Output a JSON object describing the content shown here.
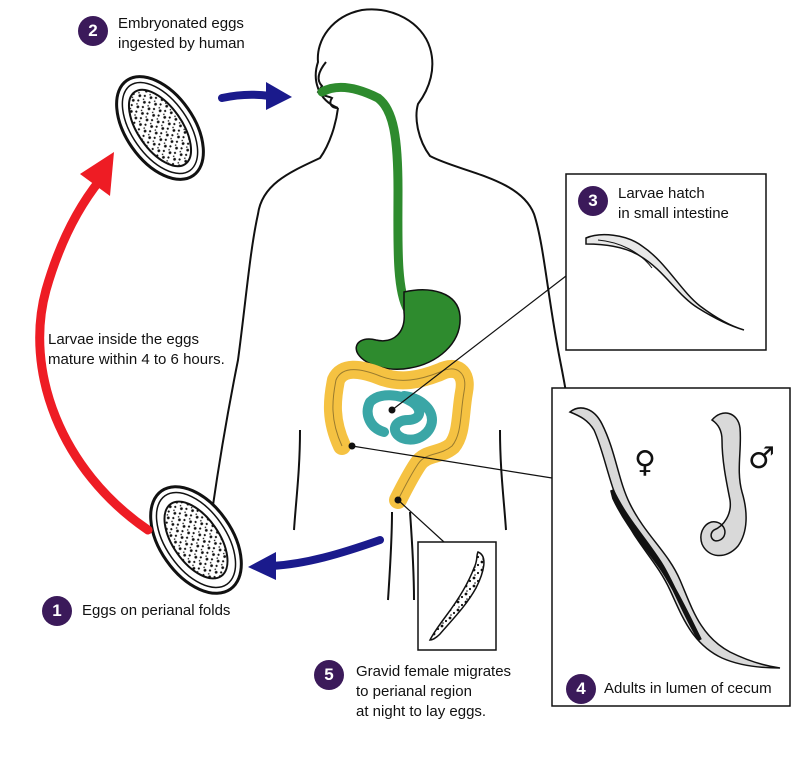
{
  "steps": [
    {
      "number": "1",
      "line1": "Eggs on perianal folds"
    },
    {
      "number": "2",
      "line1": "Embryonated eggs",
      "line2": "ingested by human"
    },
    {
      "number": "3",
      "line1": "Larvae hatch",
      "line2": "in small intestine"
    },
    {
      "number": "4",
      "line1": "Adults in lumen of cecum"
    },
    {
      "number": "5",
      "line1": "Gravid female migrates",
      "line2": "to perianal region",
      "line3": "at night to lay eggs."
    }
  ],
  "maturation_note": {
    "line1": "Larvae inside the eggs",
    "line2": "mature within 4 to 6 hours."
  },
  "symbols": {
    "female": "♀",
    "male": "♂"
  },
  "colors": {
    "badge": "#3b1a5a",
    "arrow_red": "#ee1c24",
    "arrow_blue": "#1a1a8c",
    "digestive_green": "#2e8b2e",
    "colon_yellow": "#f5c242",
    "small_intestine_teal": "#3aa6a6"
  }
}
